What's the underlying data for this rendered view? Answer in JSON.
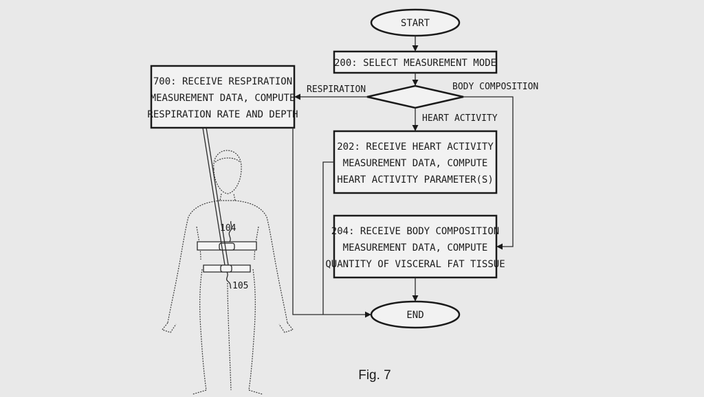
{
  "nodes": {
    "start": {
      "lines": [
        "START"
      ]
    },
    "select": {
      "lines": [
        "200: SELECT MEASUREMENT MODE"
      ]
    },
    "respiration": {
      "lines": [
        "700: RECEIVE RESPIRATION",
        "MEASUREMENT DATA, COMPUTE",
        "RESPIRATION RATE AND DEPTH"
      ]
    },
    "heart": {
      "lines": [
        "202: RECEIVE HEART ACTIVITY",
        "MEASUREMENT DATA, COMPUTE",
        "HEART ACTIVITY PARAMETER(S)"
      ]
    },
    "body": {
      "lines": [
        "204: RECEIVE BODY COMPOSITION",
        "MEASUREMENT DATA, COMPUTE",
        "QUANTITY OF VISCERAL FAT TISSUE"
      ]
    },
    "end": {
      "lines": [
        "END"
      ]
    }
  },
  "edges": {
    "respiration": "RESPIRATION",
    "body_composition": "BODY COMPOSITION",
    "heart_activity": "HEART ACTIVITY"
  },
  "references": {
    "sensor_upper": "104",
    "sensor_lower": "105"
  },
  "figure_label": "Fig. 7"
}
